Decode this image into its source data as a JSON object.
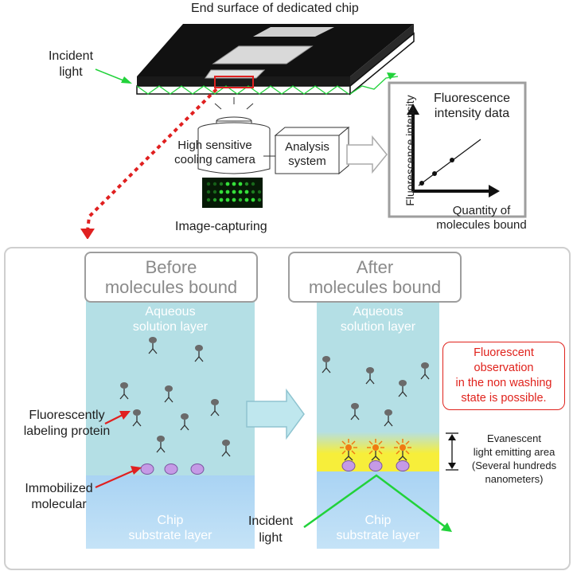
{
  "top": {
    "chip_title": "End surface of dedicated chip",
    "incident_light": [
      "Incident",
      "light"
    ],
    "camera": [
      "High sensitive",
      "cooling camera"
    ],
    "analysis": [
      "Analysis",
      "system"
    ],
    "image_capturing": "Image-capturing",
    "chart_title": [
      "Fluorescence",
      "intensity data"
    ],
    "chart_ylabel": "Fluorescence intensity",
    "chart_xlabel": [
      "Quantity of",
      "molecules bound"
    ]
  },
  "panel": {
    "before_title": [
      "Before",
      "molecules bound"
    ],
    "after_title": [
      "After",
      "molecules bound"
    ],
    "aqueous": [
      "Aqueous",
      "solution layer"
    ],
    "chip_layer": [
      "Chip",
      "substrate layer"
    ],
    "fluor_protein": [
      "Fluorescently",
      "labeling protein"
    ],
    "immobilized": [
      "Immobilized",
      "molecular"
    ],
    "incident_light": [
      "Incident",
      "light"
    ],
    "callout": [
      "Fluorescent",
      "observation",
      "in the non washing",
      "state is possible."
    ],
    "evanescent": [
      "Evanescent",
      "light emitting area",
      "(Several hundreds",
      "nanometers)"
    ]
  },
  "colors": {
    "aqueous": "#b4dfe5",
    "chip": "#a9d3f3",
    "glow": "#f7ee3a",
    "arrow_red": "#e02020",
    "arrow_green": "#21d23a",
    "callout": "#e0221c",
    "molecule": "#c59ae6",
    "protein_head": "#6a6a6a"
  }
}
